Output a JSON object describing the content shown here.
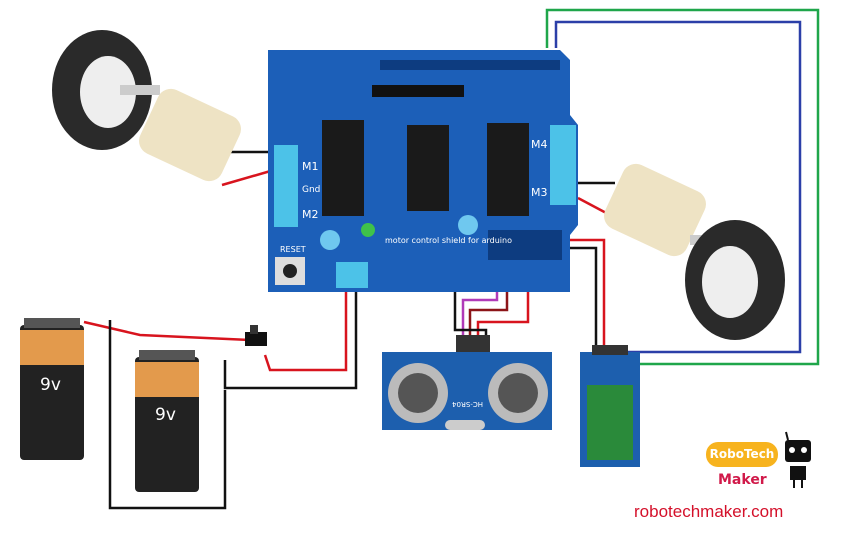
{
  "diagram": {
    "components": {
      "shield": {
        "labels": {
          "m1": "M1",
          "m2": "M2",
          "m3": "M3",
          "m4": "M4",
          "gnd": "Gnd",
          "reset": "RESET",
          "caption": "motor control shield for arduino"
        }
      },
      "battery_1": {
        "label": "9v"
      },
      "battery_2": {
        "label": "9v"
      },
      "ultrasonic_sensor": {
        "label": "HC-SR04"
      },
      "bluetooth_module": {},
      "motor_left": {},
      "motor_right": {},
      "switch": {}
    },
    "wire_colors": {
      "red": "#d8141e",
      "black": "#111111",
      "green": "#1fa64a",
      "blue": "#2b3fa8",
      "purple": "#b03ab8",
      "darkred": "#8c1418"
    }
  },
  "branding": {
    "logo_pill": "RoboTech",
    "logo_maker": "Maker",
    "url": "robotechmaker.com"
  }
}
